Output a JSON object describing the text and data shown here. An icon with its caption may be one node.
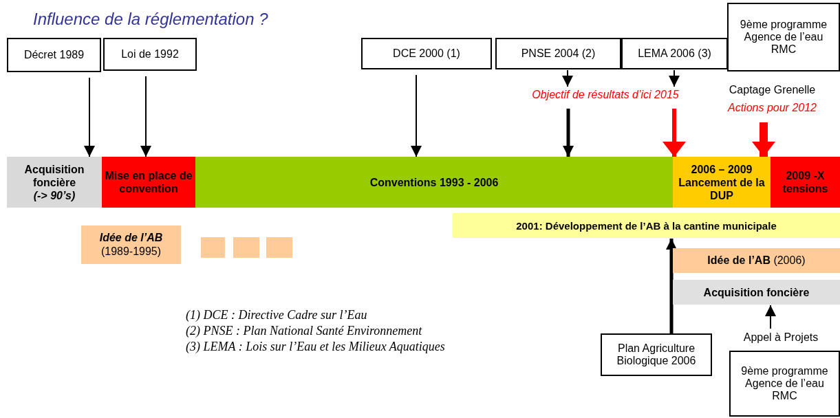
{
  "diagram": {
    "title": "Influence de la réglementation ?",
    "nodes": [
      {
        "text": [
          "Décret 1989"
        ]
      },
      {
        "text": [
          "Loi de 1992"
        ]
      },
      {
        "text": [
          "DCE 2000 (1)"
        ]
      },
      {
        "text": [
          "PNSE 2004 (2)"
        ]
      },
      {
        "text": [
          "LEMA 2006 (3)"
        ]
      },
      {
        "text": [
          "9ème programme Agence de l’eau RMC"
        ]
      },
      {
        "text": [
          "Objectif de résultats d’ici 2015"
        ]
      },
      {
        "text": [
          "Captage Grenelle",
          "Actions pour 2012"
        ]
      },
      {
        "text": [
          "Acquisition foncière",
          "(-> 90’s)"
        ]
      },
      {
        "text": [
          "Mise en place de convention"
        ]
      },
      {
        "text": [
          "Conventions 1993 - 2006"
        ]
      },
      {
        "text": [
          "2006 – 2009 Lancement de la DUP"
        ]
      },
      {
        "text": [
          "2009 -X tensions"
        ]
      },
      {
        "text": [
          "Idée de l’AB",
          "(1989-1995)"
        ]
      },
      {
        "text": [],
        "shape": "box"
      },
      {
        "text": [],
        "shape": "box"
      },
      {
        "text": [],
        "shape": "box"
      },
      {
        "text": [
          "2001: Développement de l’AB à la cantine municipale"
        ]
      },
      {
        "text": [
          "**Idée de l’AB** (2006)"
        ]
      },
      {
        "text": [
          "Acquisition foncière"
        ]
      },
      {
        "text": [
          "Plan Agriculture Biologique 2006"
        ]
      },
      {
        "text": [
          "Appel à Projets"
        ]
      },
      {
        "text": [
          "9ème programme Agence de l’eau RMC"
        ]
      }
    ],
    "edges": [
      {
        "from": 0,
        "to": 8,
        "arrow": "to"
      },
      {
        "from": 1,
        "to": 9,
        "arrow": "to"
      },
      {
        "from": 2,
        "to": 10,
        "arrow": "to"
      },
      {
        "from": 3,
        "to": 6,
        "arrow": "to"
      },
      {
        "from": 4,
        "to": 6,
        "arrow": "to"
      },
      {
        "from": 6,
        "to": 10,
        "arrow": "to",
        "style": "thick"
      },
      {
        "from": 6,
        "to": 11,
        "arrow": "to",
        "style": "thick",
        "color": "#ff0000"
      },
      {
        "from": 7,
        "to": 11,
        "arrow": "to",
        "style": "thick",
        "color": "#ff0000"
      },
      {
        "from": 20,
        "to": 17,
        "arrow": "to",
        "style": "thick"
      },
      {
        "from": 21,
        "to": 19,
        "arrow": "to"
      }
    ],
    "labels": [
      "(1) DCE : Directive Cadre sur l’Eau",
      "(2) PNSE : Plan National Santé Environnement",
      "(3) LEMA : Lois sur l’Eau et les Milieux Aquatiques"
    ]
  }
}
